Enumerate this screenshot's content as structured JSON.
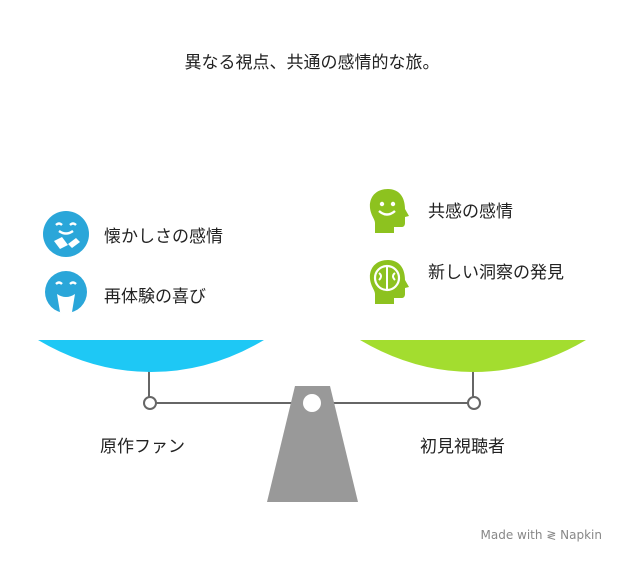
{
  "title": "異なる視点、共通の感情的な旅。",
  "left": {
    "name": "原作ファン",
    "color": "#1ec8f5",
    "items": [
      {
        "label": "懐かしさの感情",
        "icon": "nostalgia-icon"
      },
      {
        "label": "再体験の喜び",
        "icon": "joy-face-icon"
      }
    ]
  },
  "right": {
    "name": "初見視聴者",
    "color": "#a3dd2f",
    "items": [
      {
        "label": "共感の感情",
        "icon": "smiling-head-icon"
      },
      {
        "label": "新しい洞察の発見",
        "icon": "brain-head-icon"
      }
    ]
  },
  "credit": "Made with ≷ Napkin"
}
